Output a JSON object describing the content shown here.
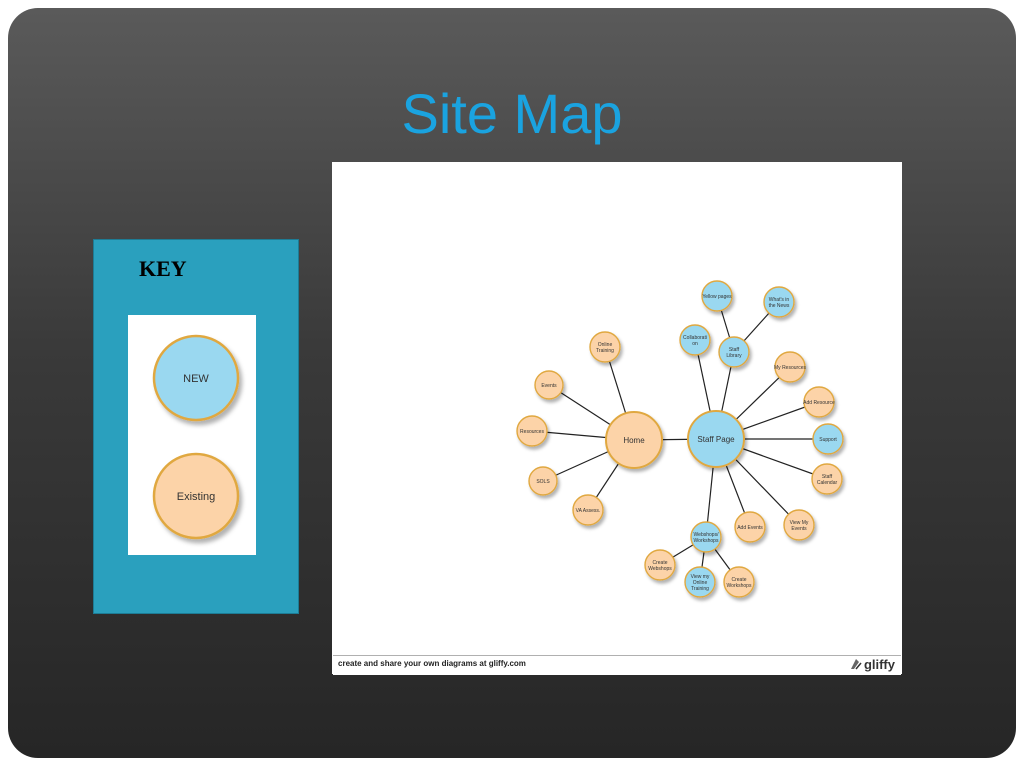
{
  "slide": {
    "title": "Site Map"
  },
  "key": {
    "title": "KEY",
    "items": [
      {
        "label": "NEW",
        "kind": "new"
      },
      {
        "label": "Existing",
        "kind": "existing"
      }
    ]
  },
  "colors": {
    "new_fill": "#9ad8f0",
    "existing_fill": "#fcd3a8",
    "node_stroke": "#e0a840",
    "edge": "#222222",
    "title": "#1aa3e0",
    "key_panel": "#2aa0be"
  },
  "diagram": {
    "footer_text": "create and share your own diagrams at gliffy.com",
    "logo_text": "gliffy",
    "nodes": [
      {
        "id": "home",
        "label": "Home",
        "kind": "existing"
      },
      {
        "id": "online-training",
        "label": "Online Training",
        "kind": "existing"
      },
      {
        "id": "events",
        "label": "Events",
        "kind": "existing"
      },
      {
        "id": "resources",
        "label": "Resources",
        "kind": "existing"
      },
      {
        "id": "sols",
        "label": "SOLS",
        "kind": "existing"
      },
      {
        "id": "va-assess",
        "label": "VA Assess.",
        "kind": "existing"
      },
      {
        "id": "staff-page",
        "label": "Staff Page",
        "kind": "new"
      },
      {
        "id": "yellow-pages",
        "label": "Yellow pages",
        "kind": "new"
      },
      {
        "id": "whats-in-the-news",
        "label": "What's in the News",
        "kind": "new"
      },
      {
        "id": "collaboration",
        "label": "Collaborati on",
        "kind": "new"
      },
      {
        "id": "staff-library",
        "label": "Staff Library",
        "kind": "new"
      },
      {
        "id": "my-resources",
        "label": "My Resources",
        "kind": "existing"
      },
      {
        "id": "add-resource",
        "label": "Add Resource",
        "kind": "existing"
      },
      {
        "id": "support",
        "label": "Support",
        "kind": "new"
      },
      {
        "id": "staff-calendar",
        "label": "Staff Calendar",
        "kind": "existing"
      },
      {
        "id": "view-my-events",
        "label": "View My Events",
        "kind": "existing"
      },
      {
        "id": "add-events",
        "label": "Add Events",
        "kind": "existing"
      },
      {
        "id": "webshops-workshops",
        "label": "Webshops/ Workshops",
        "kind": "new"
      },
      {
        "id": "create-webshops",
        "label": "Create Webshops",
        "kind": "existing"
      },
      {
        "id": "view-my-online-training",
        "label": "View my Online Training",
        "kind": "new"
      },
      {
        "id": "create-workshops",
        "label": "Create Workshops",
        "kind": "existing"
      }
    ],
    "edges": [
      [
        "home",
        "online-training"
      ],
      [
        "home",
        "events"
      ],
      [
        "home",
        "resources"
      ],
      [
        "home",
        "sols"
      ],
      [
        "home",
        "va-assess"
      ],
      [
        "home",
        "staff-page"
      ],
      [
        "staff-page",
        "collaboration"
      ],
      [
        "staff-page",
        "staff-library"
      ],
      [
        "staff-library",
        "yellow-pages"
      ],
      [
        "staff-library",
        "whats-in-the-news"
      ],
      [
        "staff-page",
        "my-resources"
      ],
      [
        "staff-page",
        "add-resource"
      ],
      [
        "staff-page",
        "support"
      ],
      [
        "staff-page",
        "staff-calendar"
      ],
      [
        "staff-page",
        "view-my-events"
      ],
      [
        "staff-page",
        "add-events"
      ],
      [
        "staff-page",
        "webshops-workshops"
      ],
      [
        "webshops-workshops",
        "create-webshops"
      ],
      [
        "webshops-workshops",
        "view-my-online-training"
      ],
      [
        "webshops-workshops",
        "create-workshops"
      ]
    ]
  }
}
